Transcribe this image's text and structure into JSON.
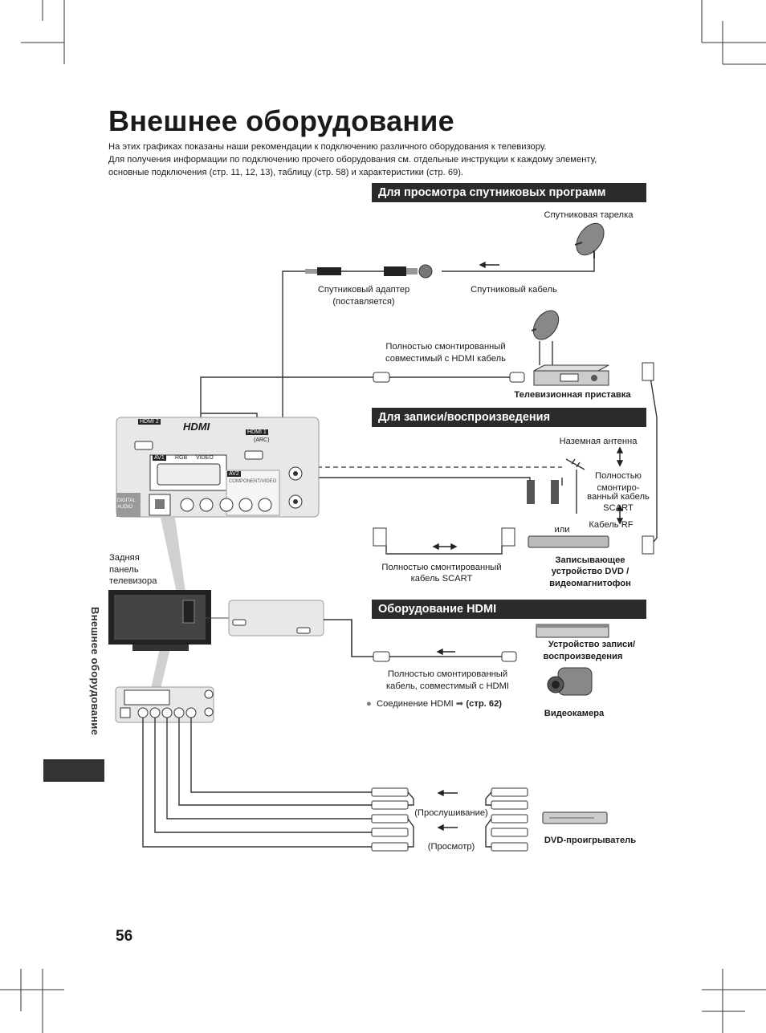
{
  "title": "Внешнее оборудование",
  "intro": [
    "На этих графиках показаны наши рекомендации к подключению различного оборудования к телевизору.",
    "Для получения информации по подключению прочего оборудования см. отдельные инструкции к каждому элементу,",
    "основные подключения (стр. 11, 12, 13), таблицу (стр. 58) и характеристики (стр. 69)."
  ],
  "sections": {
    "satellite": "Для просмотра спутниковых программ",
    "record": "Для записи/воспроизведения",
    "hdmi": "Оборудование HDMI"
  },
  "labels": {
    "dish": "Спутниковая тарелка",
    "sat_adapter_1": "Спутниковый адаптер",
    "sat_adapter_2": "(поставляется)",
    "sat_cable": "Спутниковый кабель",
    "hdmi_cable_1_1": "Полностью смонтированный",
    "hdmi_cable_1_2": "совместимый с HDMI кабель",
    "stb": "Телевизионная приставка",
    "antenna": "Наземная антенна",
    "scart_full_1": "Полностью",
    "scart_full_2": "смонтиро-",
    "scart_full_3": "ванный кабель",
    "scart_full_4": "SCART",
    "or": "или",
    "rf_cable": "Кабель RF",
    "rear_1": "Задняя",
    "rear_2": "панель",
    "rear_3": "телевизора",
    "scart_cable_1": "Полностью смонтированный",
    "scart_cable_2": "кабель SCART",
    "dvd_rec_1": "Записывающее",
    "dvd_rec_2": "устройство DVD /",
    "dvd_rec_3": "видеомагнитофон",
    "rec_dev_1": "Устройство записи/",
    "rec_dev_2": "воспроизведения",
    "hdmi_cable_2_1": "Полностью смонтированный",
    "hdmi_cable_2_2": "кабель, совместимый с HDMI",
    "hdmi_conn": "Соединение HDMI",
    "hdmi_conn_ref": "(стр. 62)",
    "camcorder": "Видеокамера",
    "listen": "(Прослушивание)",
    "view": "(Просмотр)",
    "dvd_player": "DVD-проигрыватель"
  },
  "panel": {
    "hdmi2": "HDMI 2",
    "hdmi1": "HDMI 1",
    "arc": "(ARC)",
    "hdmi_logo": "HDMI",
    "av1": "AV1",
    "rgb": "RGB",
    "video": "VIDEO",
    "av2": "AV2",
    "component": "COMPONENT/VIDEO",
    "digital_audio": "DIGITAL AUDIO"
  },
  "side_text": "Внешнее оборудование",
  "page_number": "56"
}
